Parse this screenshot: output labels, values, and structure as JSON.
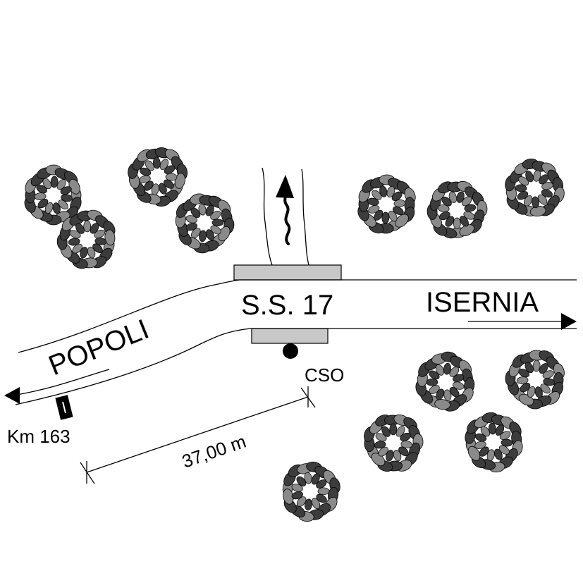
{
  "labels": {
    "road": "S.S. 17",
    "left_destination": "POPOLI",
    "right_destination": "ISERNIA",
    "station": "CSO",
    "kilometer": "Km 163",
    "distance": "37,00 m"
  },
  "colors": {
    "tree_dark": "#3c3c3c",
    "tree_light": "#8a8a8a",
    "bridge": "#c8c8c8",
    "line": "#000000"
  },
  "icons": {
    "tree": "tree-icon",
    "flow": "flow-arrow-icon",
    "station": "station-dot-icon",
    "marker": "km-marker-icon"
  }
}
